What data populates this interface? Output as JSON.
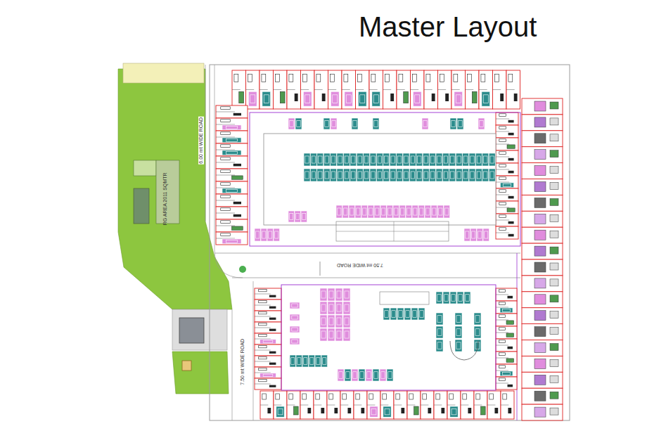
{
  "diagram": {
    "title": "Master Layout",
    "labels": [
      "6.00 mt WIDE ROAD",
      "RG AREA 2011 SQMTR",
      "7.50 mt WIDE ROAD",
      "7.50 mt WIDE ROAD"
    ]
  }
}
